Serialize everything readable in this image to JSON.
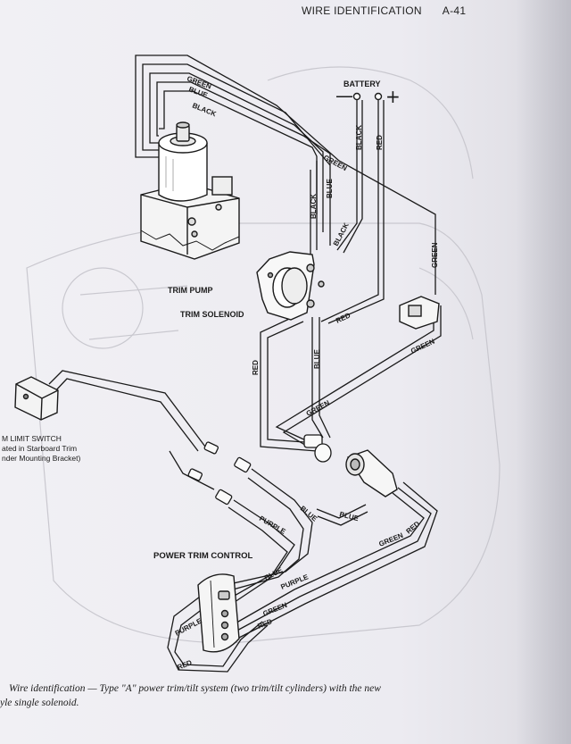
{
  "header": {
    "title": "WIRE IDENTIFICATION",
    "page_number": "A-41"
  },
  "components": {
    "battery": "BATTERY",
    "battery_negative": "—",
    "battery_positive": "+",
    "trim_pump": "TRIM PUMP",
    "trim_solenoid": "TRIM SOLENOID",
    "limit_switch_line1": "M LIMIT SWITCH",
    "limit_switch_line2": "ated in Starboard Trim",
    "limit_switch_line3": "nder Mounting Bracket)",
    "power_trim_control": "POWER TRIM CONTROL"
  },
  "wire_labels": {
    "green": "GREEN",
    "blue": "BLUE",
    "black": "BLACK",
    "red": "RED",
    "purple": "PURPLE"
  },
  "caption": {
    "line1": "Wire identification — Type \"A\" power trim/tilt system (two trim/tilt cylinders) with the new",
    "line2": "yle single solenoid."
  }
}
